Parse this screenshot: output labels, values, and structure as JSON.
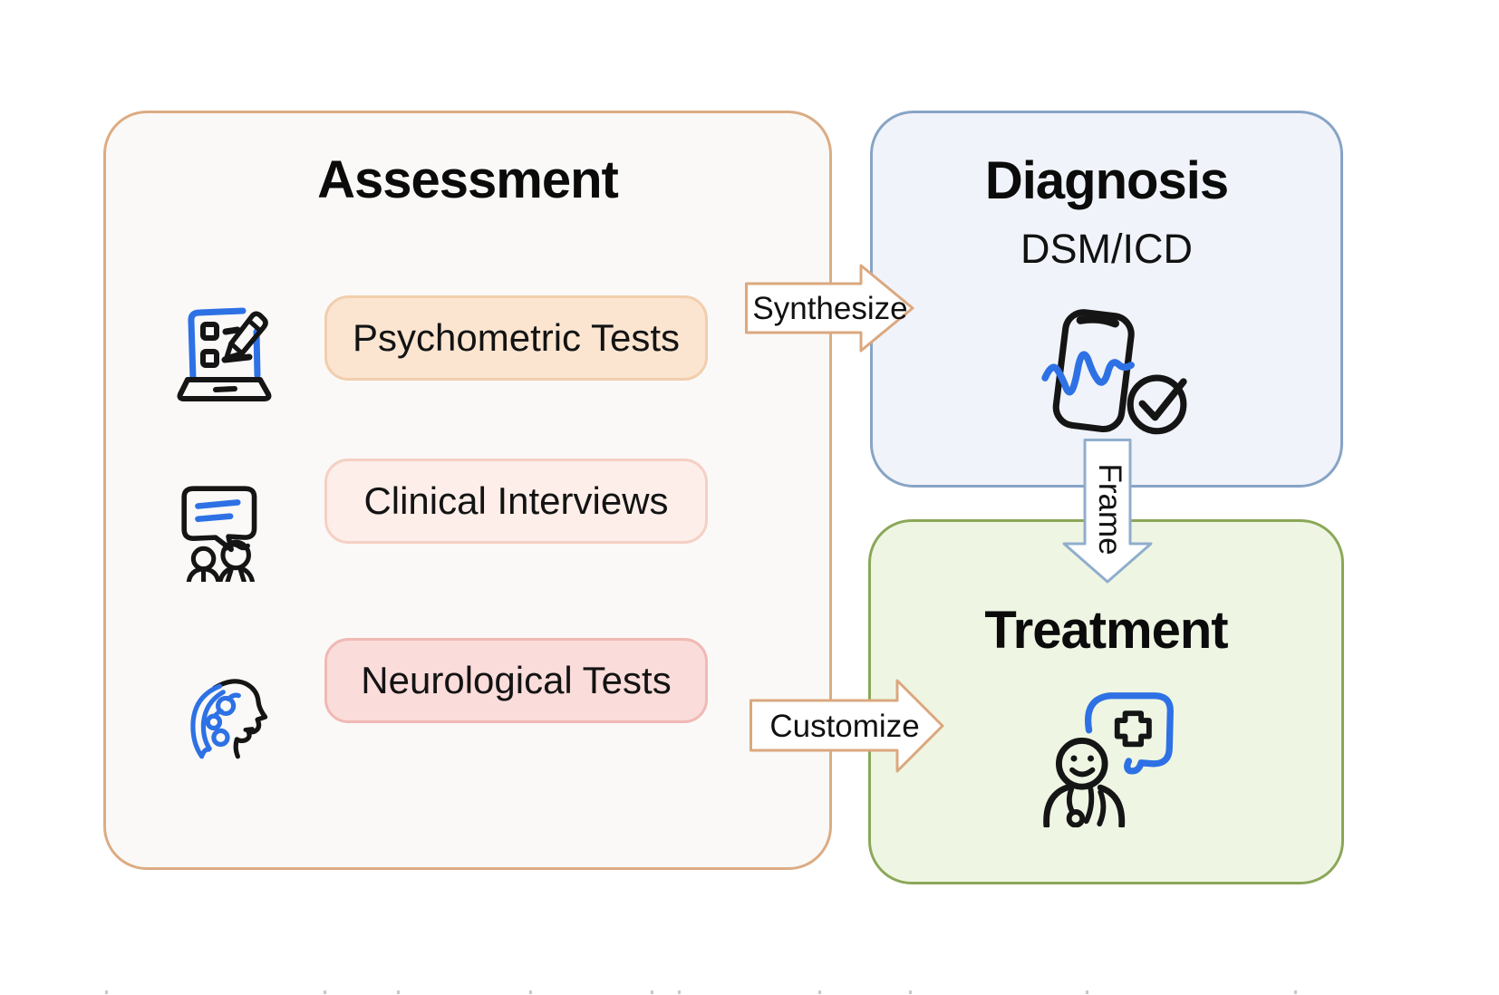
{
  "diagram": {
    "assessment": {
      "title": "Assessment",
      "items": [
        {
          "label": "Psychometric Tests",
          "icon": "laptop-checklist-icon"
        },
        {
          "label": "Clinical Interviews",
          "icon": "speech-people-icon"
        },
        {
          "label": "Neurological Tests",
          "icon": "head-circuit-icon"
        }
      ]
    },
    "diagnosis": {
      "title": "Diagnosis",
      "subtitle": "DSM/ICD",
      "icon": "phone-waveform-check-icon"
    },
    "treatment": {
      "title": "Treatment",
      "icon": "doctor-speech-cross-icon"
    },
    "arrows": [
      {
        "label": "Synthesize",
        "from": "assessment",
        "to": "diagnosis",
        "direction": "right"
      },
      {
        "label": "Frame",
        "from": "diagnosis",
        "to": "treatment",
        "direction": "down"
      },
      {
        "label": "Customize",
        "from": "assessment",
        "to": "treatment",
        "direction": "right"
      }
    ],
    "colors": {
      "assessment_border": "#DCAC83",
      "assessment_fill": "#FAF9F7",
      "diagnosis_border": "#87A4C5",
      "diagnosis_fill": "#F0F3F9",
      "treatment_border": "#8BA758",
      "treatment_fill": "#EEF6E3",
      "pill_psychometric_fill": "#FBE5D1",
      "pill_psychometric_border": "#F1CEAD",
      "pill_clinical_fill": "#FDEEE9",
      "pill_clinical_border": "#F5D0C4",
      "pill_neurological_fill": "#FADCDA",
      "pill_neurological_border": "#F0B9B4",
      "arrow_orange_border": "#DBA87F",
      "arrow_blue_border": "#90AECC",
      "icon_blue": "#2E71E5",
      "icon_black": "#151515"
    }
  }
}
